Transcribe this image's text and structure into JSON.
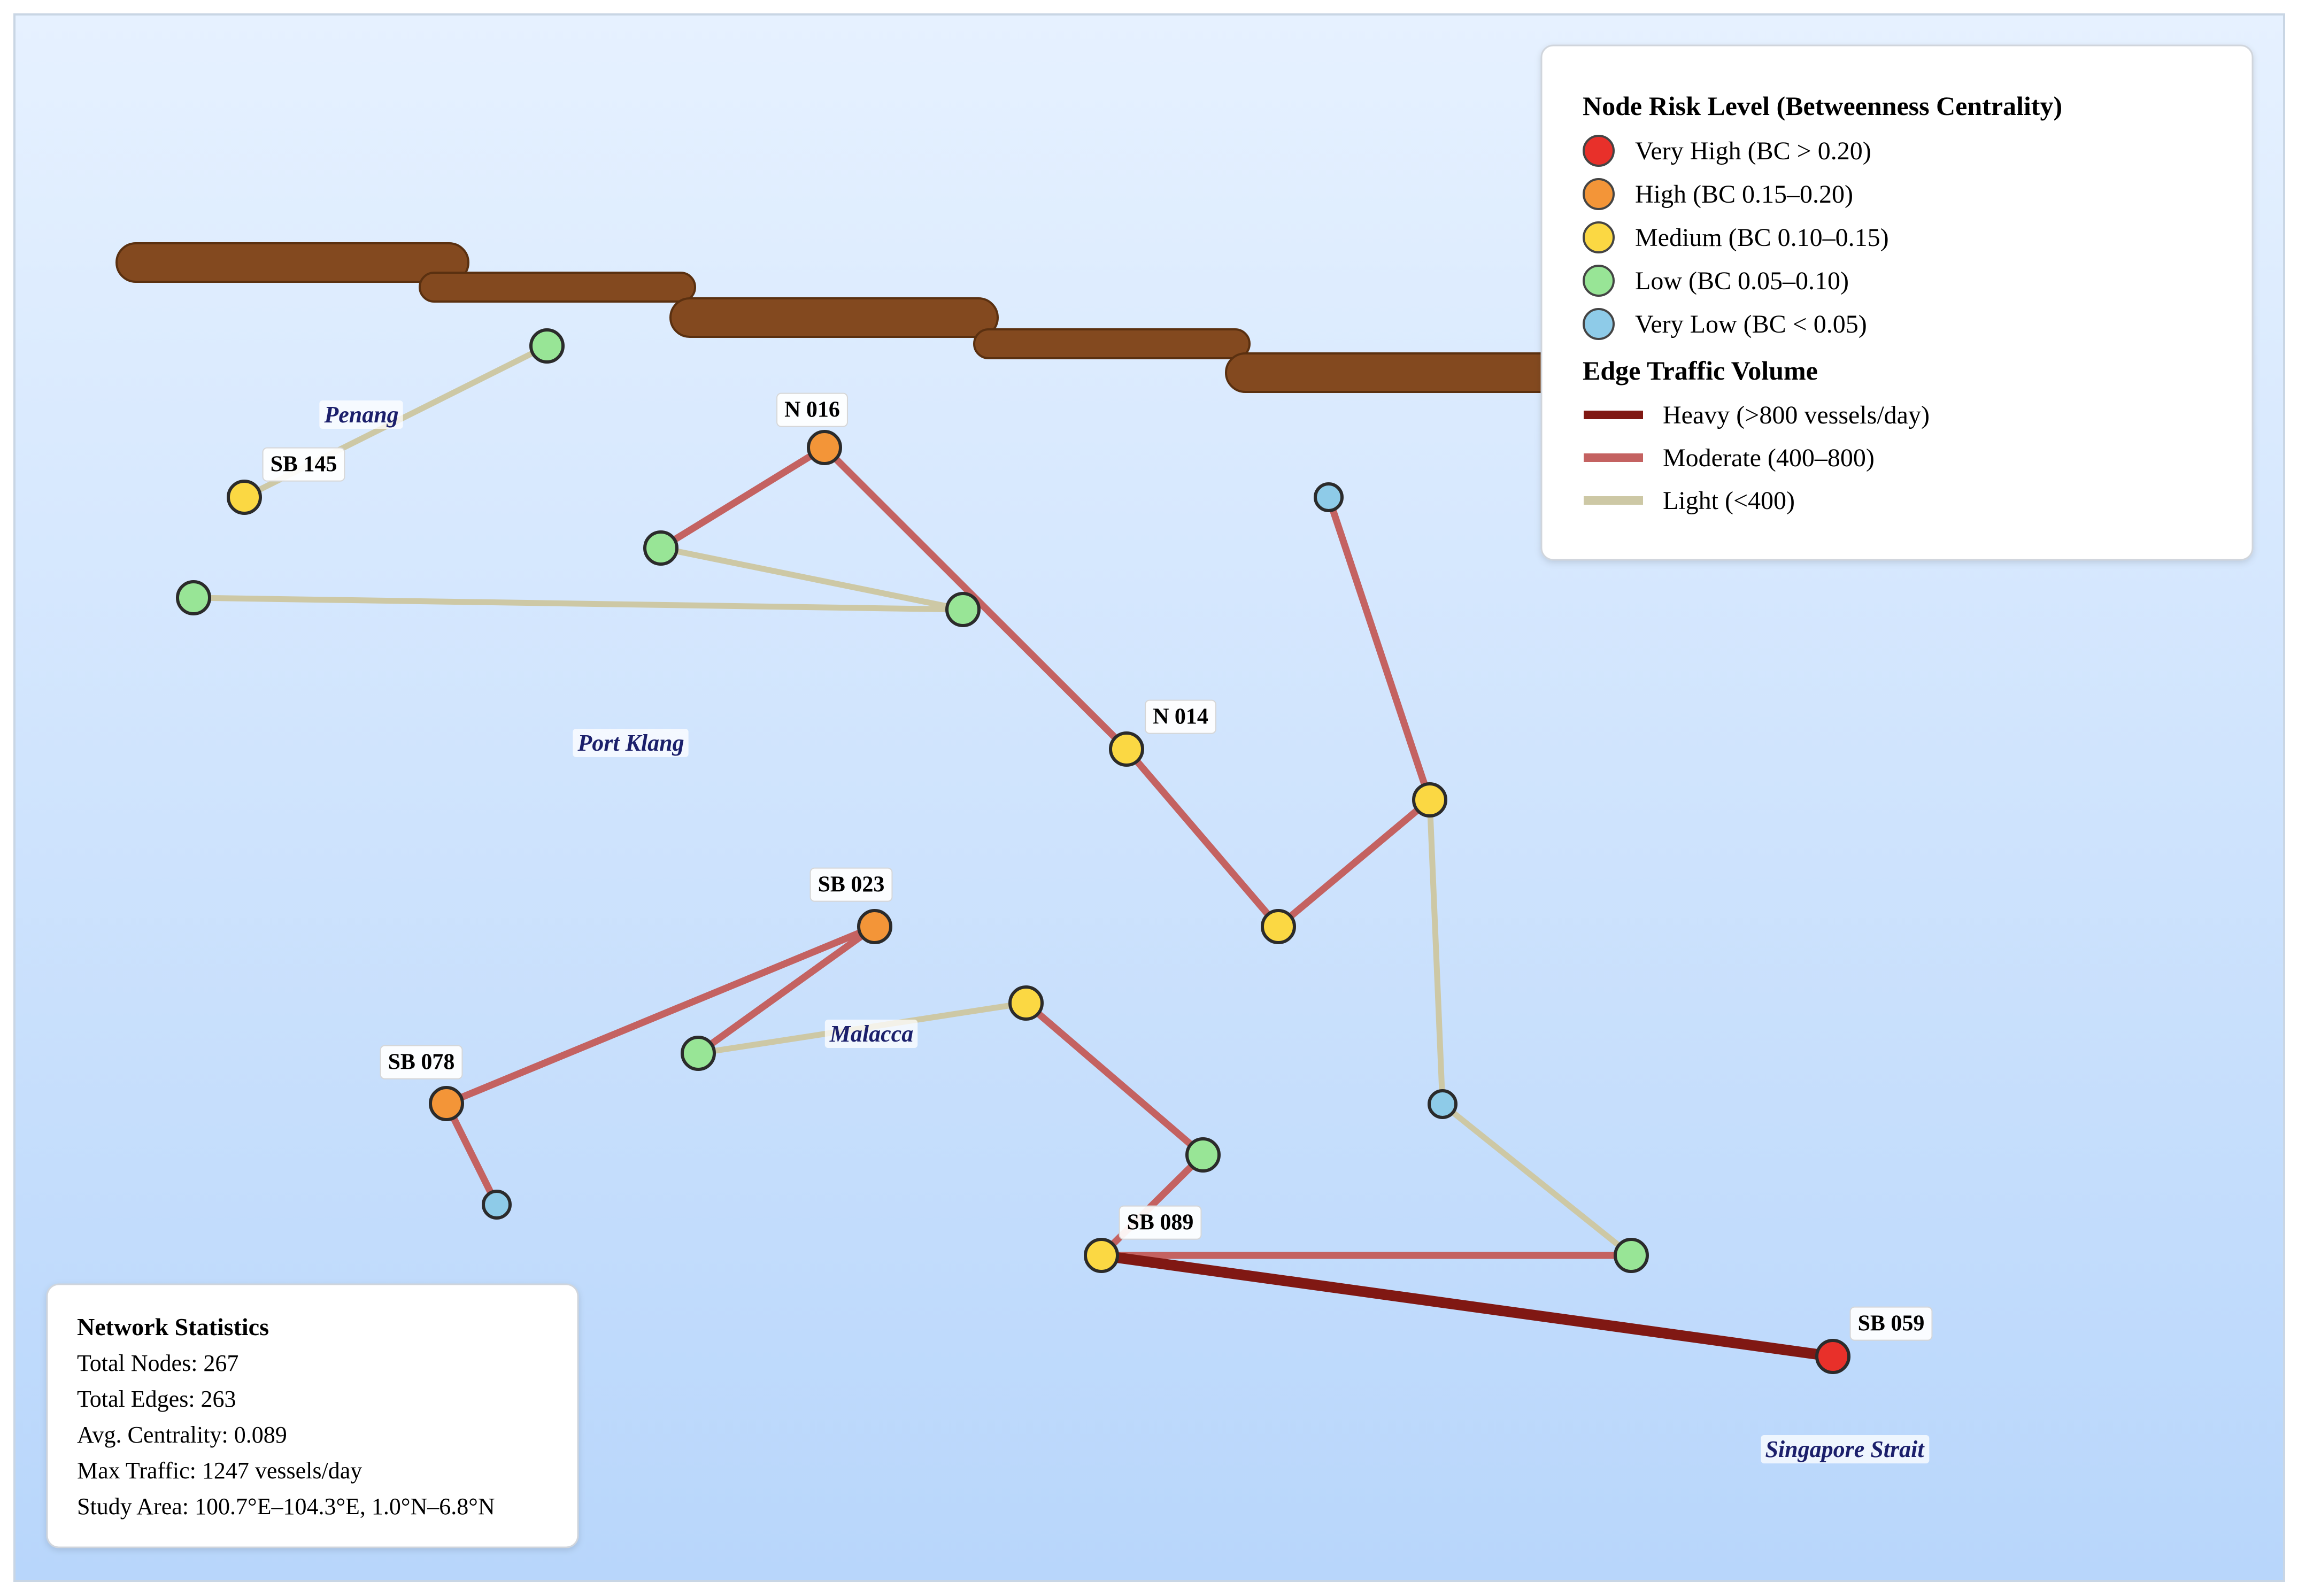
{
  "places": [
    {
      "id": "penang",
      "name": "Penang"
    },
    {
      "id": "port-klang",
      "name": "Port Klang"
    },
    {
      "id": "malacca",
      "name": "Malacca"
    },
    {
      "id": "singapore-strait",
      "name": "Singapore Strait"
    }
  ],
  "node_labels": [
    {
      "id": "sb145",
      "text": "SB 145"
    },
    {
      "id": "n016",
      "text": "N 016"
    },
    {
      "id": "n014",
      "text": "N 014"
    },
    {
      "id": "sb023",
      "text": "SB 023"
    },
    {
      "id": "sb078",
      "text": "SB 078"
    },
    {
      "id": "sb089",
      "text": "SB 089"
    },
    {
      "id": "sb059",
      "text": "SB 059"
    }
  ],
  "nodes": [
    {
      "id": "a1",
      "risk": "low"
    },
    {
      "id": "sb145",
      "risk": "medium"
    },
    {
      "id": "n016",
      "risk": "high"
    },
    {
      "id": "a2",
      "risk": "low"
    },
    {
      "id": "a3",
      "risk": "low"
    },
    {
      "id": "a4",
      "risk": "low"
    },
    {
      "id": "n014",
      "risk": "medium"
    },
    {
      "id": "a5",
      "risk": "very_low"
    },
    {
      "id": "a6",
      "risk": "medium"
    },
    {
      "id": "a7",
      "risk": "medium"
    },
    {
      "id": "sb023",
      "risk": "high"
    },
    {
      "id": "a8",
      "risk": "low"
    },
    {
      "id": "a9",
      "risk": "medium"
    },
    {
      "id": "sb078",
      "risk": "high"
    },
    {
      "id": "a10",
      "risk": "very_low"
    },
    {
      "id": "a11",
      "risk": "low"
    },
    {
      "id": "sb089",
      "risk": "medium"
    },
    {
      "id": "a12",
      "risk": "low"
    },
    {
      "id": "a13",
      "risk": "very_low"
    },
    {
      "id": "sb059",
      "risk": "very_high"
    }
  ],
  "edges": [
    {
      "from": "a1",
      "to": "sb145",
      "traffic": "light"
    },
    {
      "from": "n016",
      "to": "a2",
      "traffic": "moderate"
    },
    {
      "from": "a2",
      "to": "a3",
      "traffic": "light"
    },
    {
      "from": "a4",
      "to": "a3",
      "traffic": "light"
    },
    {
      "from": "n016",
      "to": "n014",
      "traffic": "moderate"
    },
    {
      "from": "n014",
      "to": "a6",
      "traffic": "moderate"
    },
    {
      "from": "a6",
      "to": "a7",
      "traffic": "moderate"
    },
    {
      "from": "a5",
      "to": "a7",
      "traffic": "moderate"
    },
    {
      "from": "a7",
      "to": "a13",
      "traffic": "light"
    },
    {
      "from": "a13",
      "to": "a12",
      "traffic": "light"
    },
    {
      "from": "sb023",
      "to": "sb078",
      "traffic": "moderate"
    },
    {
      "from": "sb023",
      "to": "a8",
      "traffic": "moderate"
    },
    {
      "from": "a8",
      "to": "a9",
      "traffic": "light"
    },
    {
      "from": "a9",
      "to": "a11",
      "traffic": "moderate"
    },
    {
      "from": "a11",
      "to": "sb089",
      "traffic": "moderate"
    },
    {
      "from": "sb078",
      "to": "a10",
      "traffic": "moderate"
    },
    {
      "from": "sb089",
      "to": "a12",
      "traffic": "moderate"
    },
    {
      "from": "sb089",
      "to": "sb059",
      "traffic": "heavy"
    }
  ],
  "legend": {
    "node_title": "Node Risk Level (Betweenness Centrality)",
    "node_items": [
      {
        "label": "Very High (BC > 0.20)",
        "color": "#e8302a"
      },
      {
        "label": "High (BC 0.15–0.20)",
        "color": "#f39538"
      },
      {
        "label": "Medium (BC 0.10–0.15)",
        "color": "#fbd843"
      },
      {
        "label": "Low (BC 0.05–0.10)",
        "color": "#98e596"
      },
      {
        "label": "Very Low (BC < 0.05)",
        "color": "#8ecbe8"
      }
    ],
    "edge_title": "Edge Traffic Volume",
    "edge_items": [
      {
        "label": "Heavy (>800 vessels/day)",
        "color": "#801813"
      },
      {
        "label": "Moderate (400–800)",
        "color": "#c46261"
      },
      {
        "label": "Light (<400)",
        "color": "#cdc8a5"
      }
    ]
  },
  "stats": {
    "title": "Network Statistics",
    "lines": [
      "Total Nodes: 267",
      "Total Edges: 263",
      "Avg. Centrality: 0.089",
      "Max Traffic: 1247 vessels/day",
      "Study Area: 100.7°E–104.3°E, 1.0°N–6.8°N"
    ]
  },
  "colors": {
    "risk": {
      "very_high": "#e8302a",
      "high": "#f39538",
      "medium": "#fbd843",
      "low": "#98e596",
      "very_low": "#8ecbe8"
    },
    "traffic": {
      "heavy": "#801813",
      "moderate": "#c46261",
      "light": "#cdc8a5"
    },
    "land": "#83491f",
    "place_text": "#1b1f6b",
    "sea_top": "#e6f1ff",
    "sea_bottom": "#b8d6fb"
  }
}
